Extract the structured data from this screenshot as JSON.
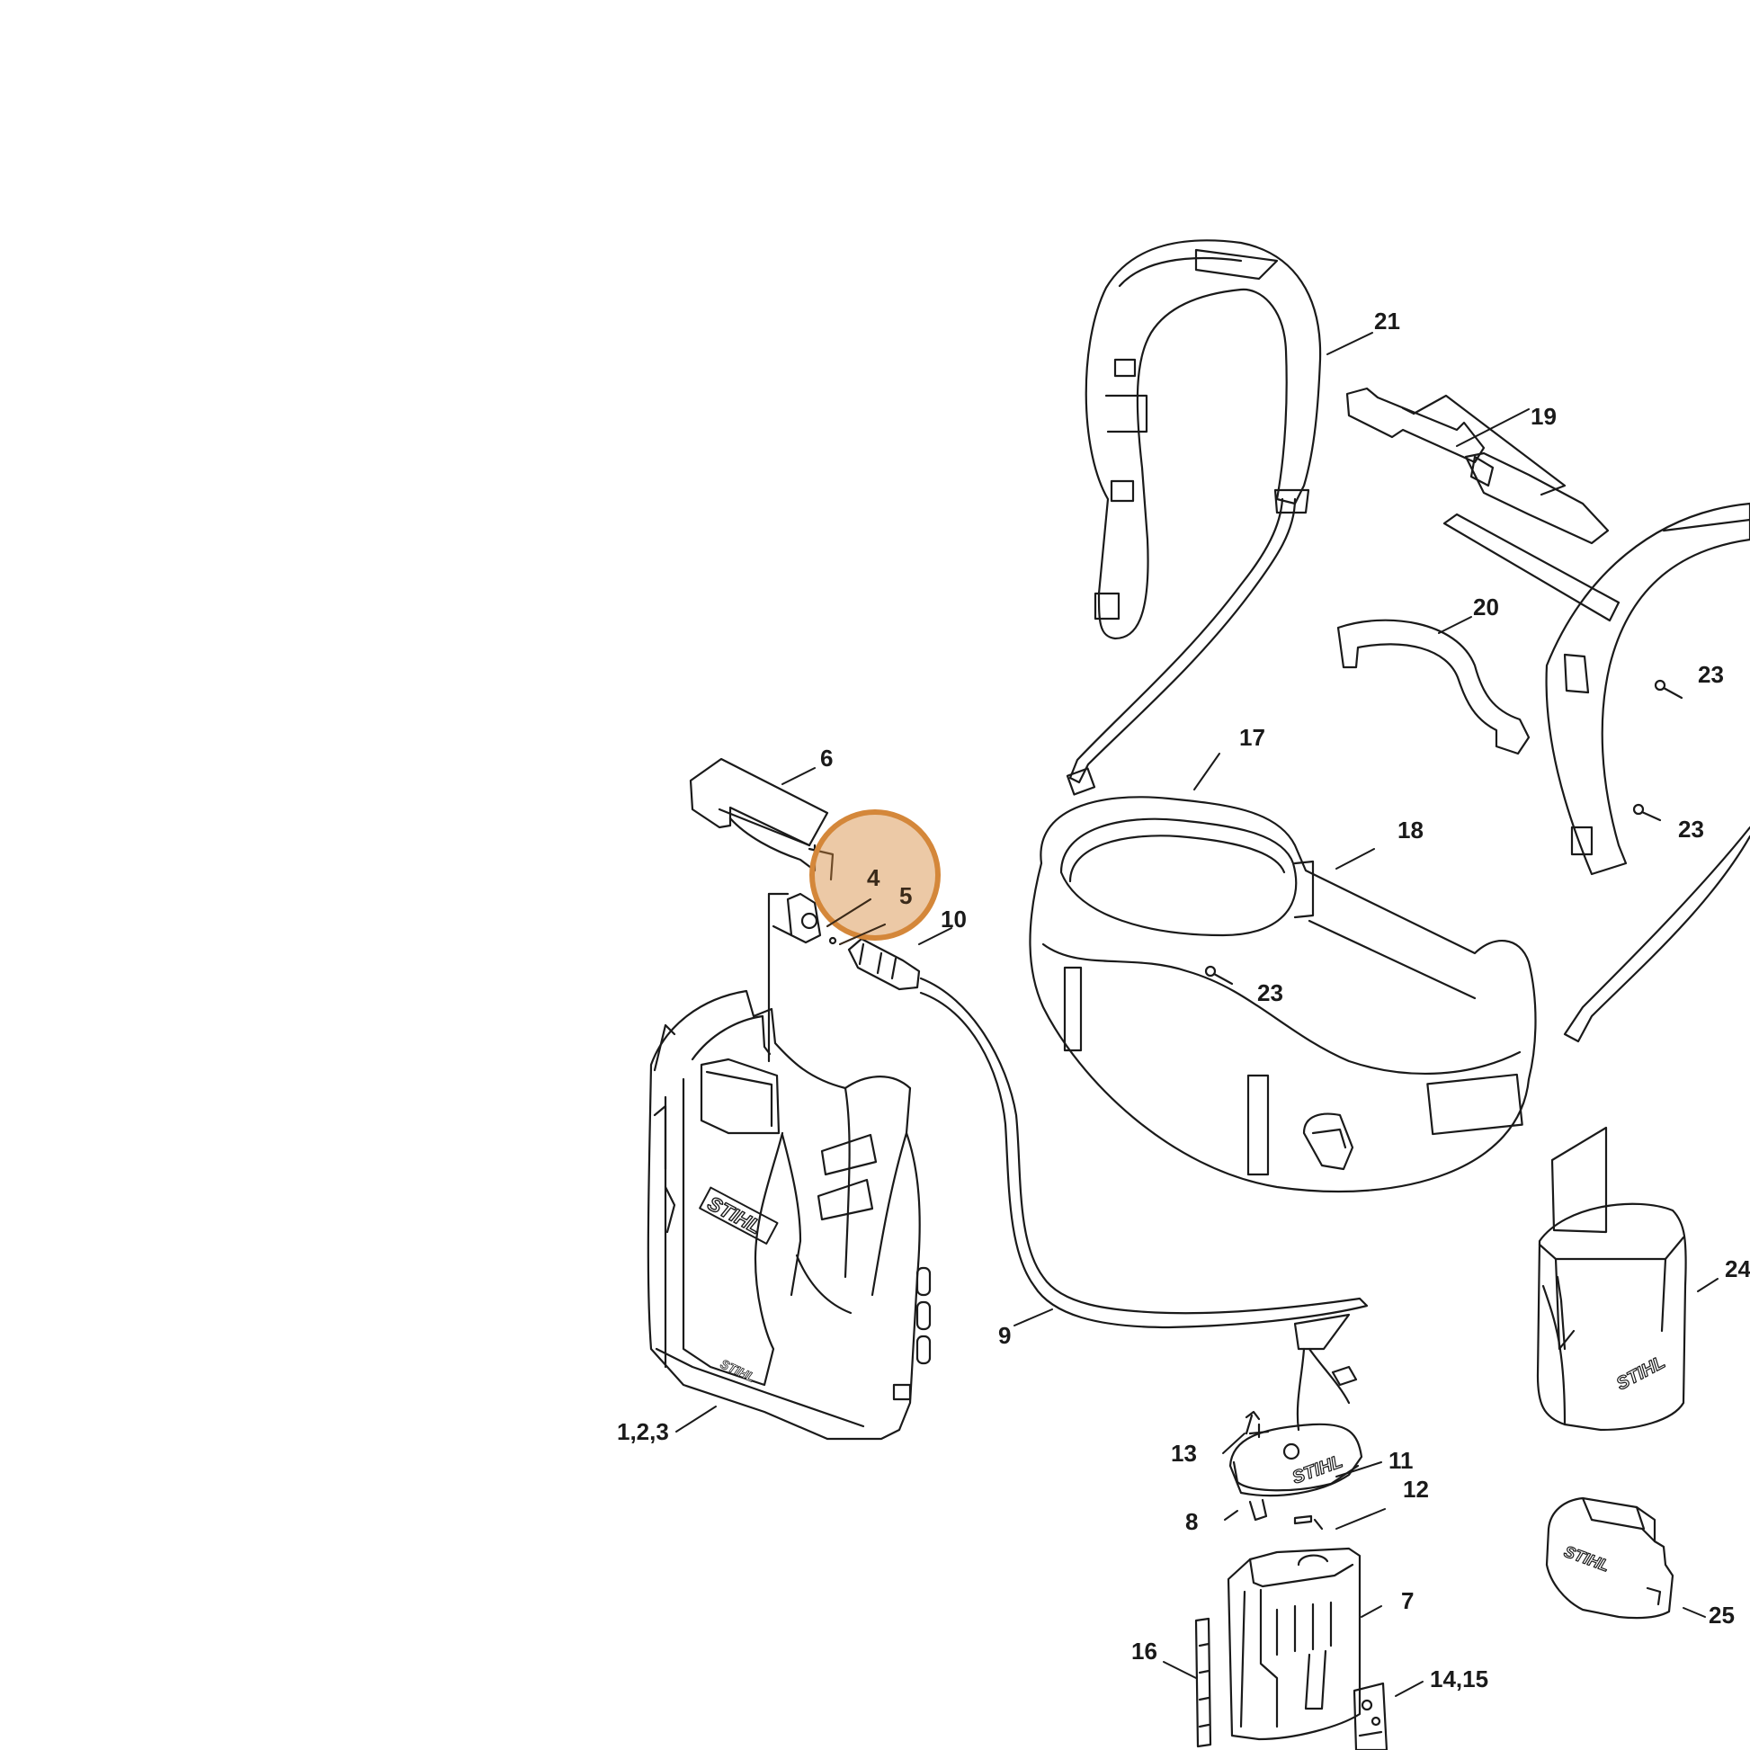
{
  "diagram": {
    "highlight_color": "#d4873a",
    "line_color": "#1a1a1a",
    "callouts": {
      "c21": "21",
      "c19": "19",
      "c20": "20",
      "c23a": "23",
      "c23b": "23",
      "c23c": "23",
      "c17": "17",
      "c18": "18",
      "c6": "6",
      "c4": "4",
      "c5": "5",
      "c10": "10",
      "c9": "9",
      "c123": "1,2,3",
      "c24": "24",
      "c13": "13",
      "c11": "11",
      "c12": "12",
      "c8": "8",
      "c7": "7",
      "c25": "25",
      "c16": "16",
      "c1415": "14,15"
    },
    "logos": {
      "backpack": "STIHL",
      "bottom": "STIHL",
      "adapter": "STIHL",
      "pouch": "STIHL",
      "battery": "STIHL"
    }
  }
}
